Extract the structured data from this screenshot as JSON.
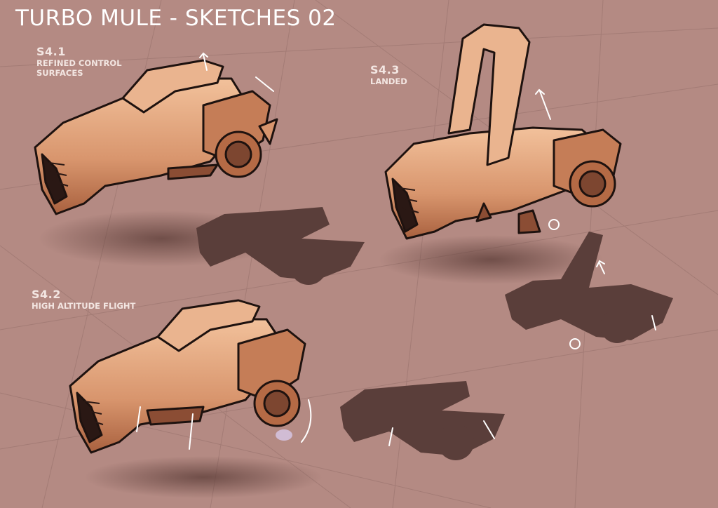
{
  "sheet": {
    "title": "TURBO MULE - SKETCHES 02"
  },
  "sketches": [
    {
      "code": "S4.1",
      "description": "REFINED CONTROL SURFACES"
    },
    {
      "code": "S4.2",
      "description": "HIGH ALTITUDE FLIGHT"
    },
    {
      "code": "S4.3",
      "description": "LANDED"
    }
  ],
  "colors": {
    "background": "#b48a83",
    "vehicle_body": "#e0a47c",
    "vehicle_shade": "#b97453",
    "silhouette": "#5a3e3a",
    "outline": "#1e120f",
    "arrows": "#ffffff"
  }
}
